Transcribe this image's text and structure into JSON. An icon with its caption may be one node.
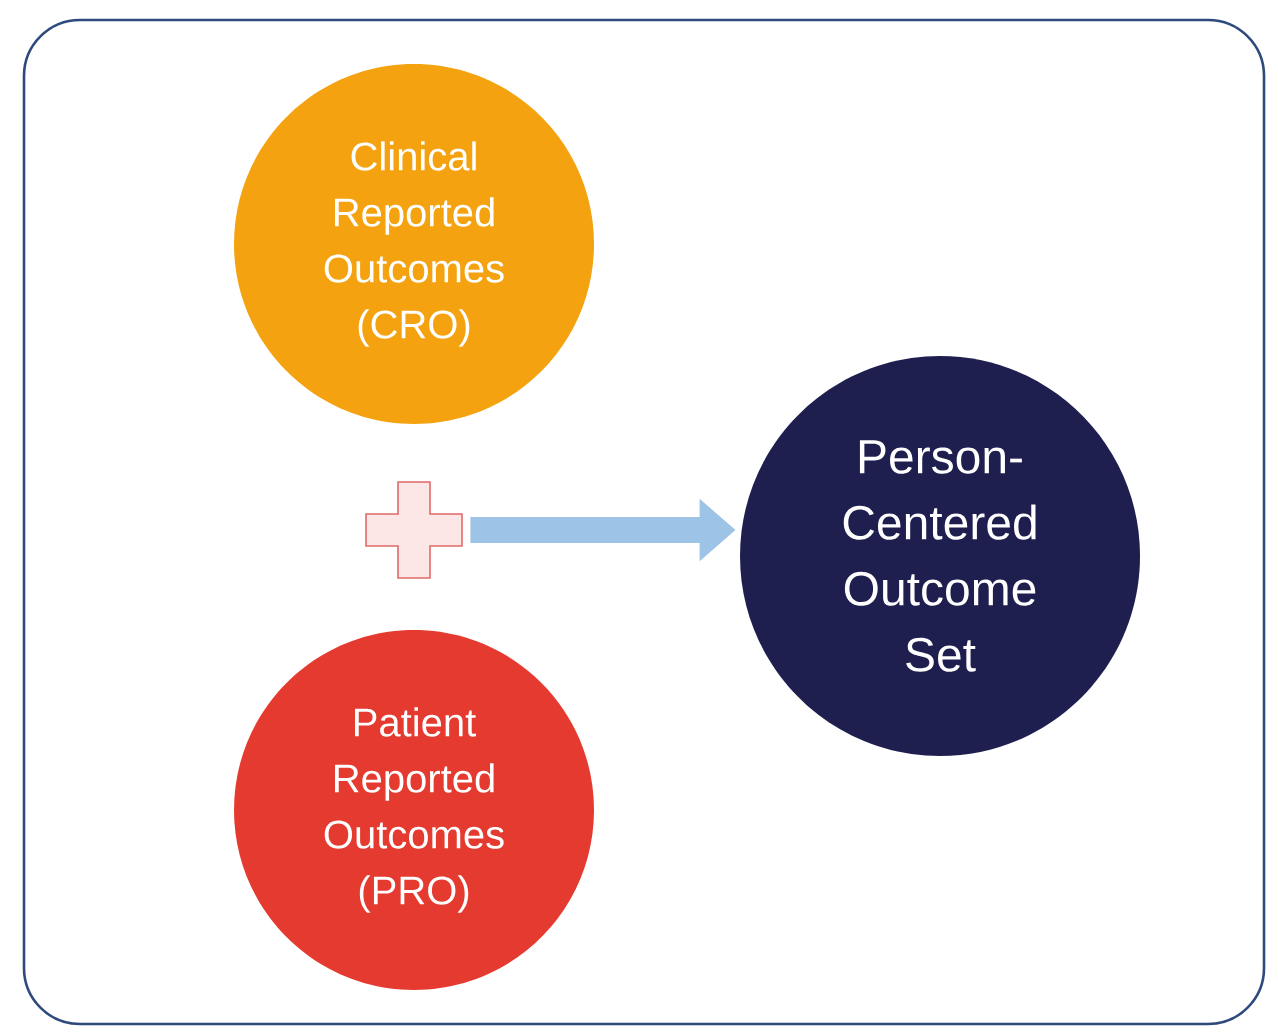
{
  "diagram": {
    "nodes": [
      {
        "text": [
          "Clinical Reported Outcomes (CRO)"
        ]
      },
      {
        "text": [],
        "shape": "plus"
      },
      {
        "text": [
          "Patient Reported Outcomes (PRO)"
        ]
      },
      {
        "text": [
          "Person-Centered Outcome Set"
        ]
      }
    ],
    "edges": [
      {
        "from": 1,
        "to": 3,
        "arrow": "to"
      }
    ]
  }
}
